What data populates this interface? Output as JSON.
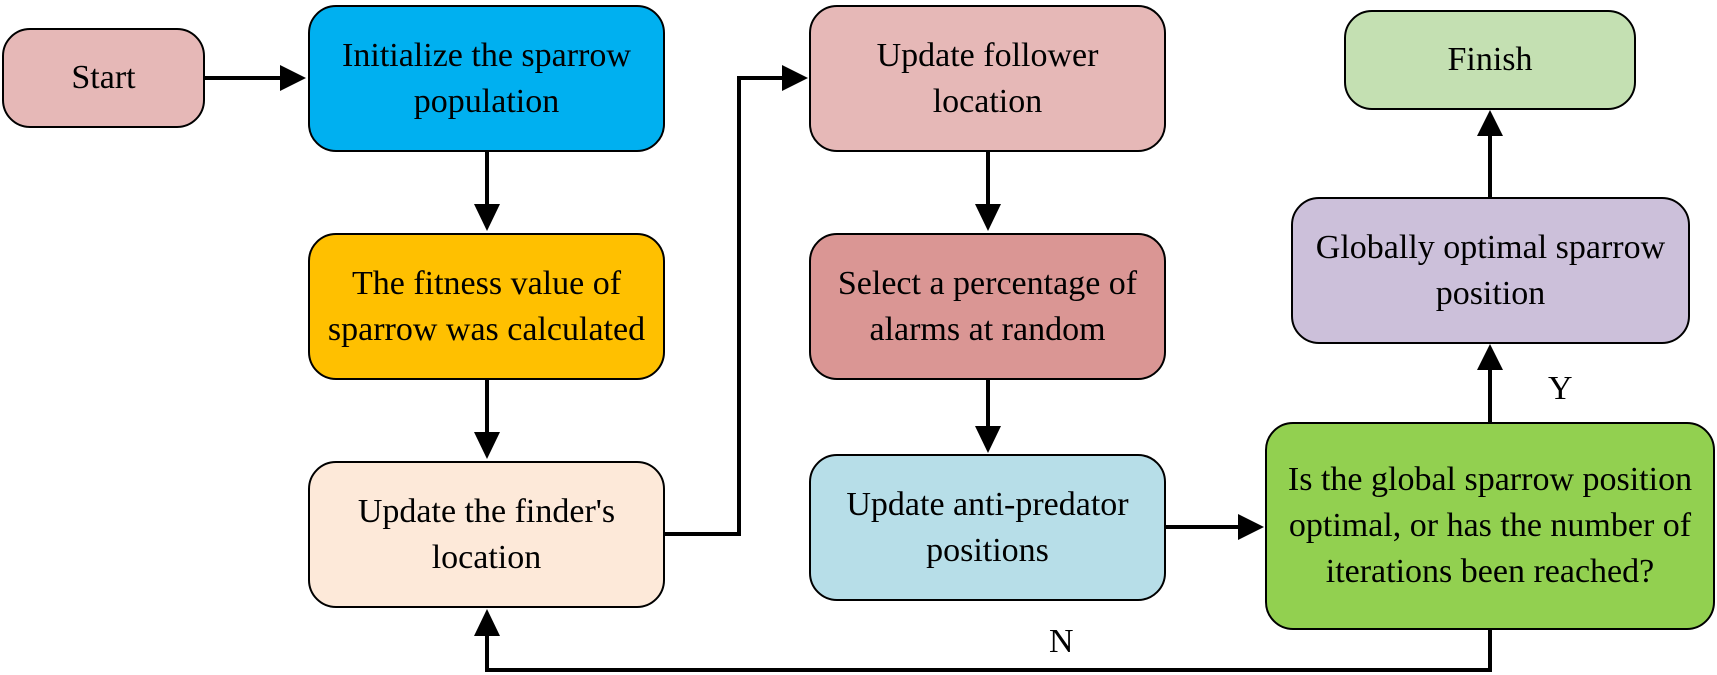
{
  "nodes": {
    "start": {
      "label": "Start",
      "fill": "#e6b8b7"
    },
    "init": {
      "label": "Initialize the sparrow population",
      "fill": "#00b0f0"
    },
    "fitness": {
      "label": "The fitness value of sparrow was calculated",
      "fill": "#ffc000"
    },
    "finder": {
      "label": "Update the finder's location",
      "fill": "#fde9d9"
    },
    "follower": {
      "label": "Update follower location",
      "fill": "#e6b8b7"
    },
    "alarms": {
      "label": "Select a percentage of alarms at random",
      "fill": "#da9694"
    },
    "anti_predator": {
      "label": "Update anti-predator positions",
      "fill": "#b7dee8"
    },
    "decision": {
      "label": "Is the global sparrow position optimal, or has the number of iterations been reached?",
      "fill": "#92d050"
    },
    "global_optimal": {
      "label": "Globally optimal sparrow position",
      "fill": "#ccc0da"
    },
    "finish": {
      "label": "Finish",
      "fill": "#c4e0b2"
    }
  },
  "edge_labels": {
    "yes": "Y",
    "no": "N"
  },
  "edges": [
    {
      "from": "start",
      "to": "init"
    },
    {
      "from": "init",
      "to": "fitness"
    },
    {
      "from": "fitness",
      "to": "finder"
    },
    {
      "from": "finder",
      "to": "follower"
    },
    {
      "from": "follower",
      "to": "alarms"
    },
    {
      "from": "alarms",
      "to": "anti_predator"
    },
    {
      "from": "anti_predator",
      "to": "decision"
    },
    {
      "from": "decision",
      "to": "global_optimal",
      "label": "Y"
    },
    {
      "from": "global_optimal",
      "to": "finish"
    },
    {
      "from": "decision",
      "to": "finder",
      "label": "N"
    }
  ]
}
